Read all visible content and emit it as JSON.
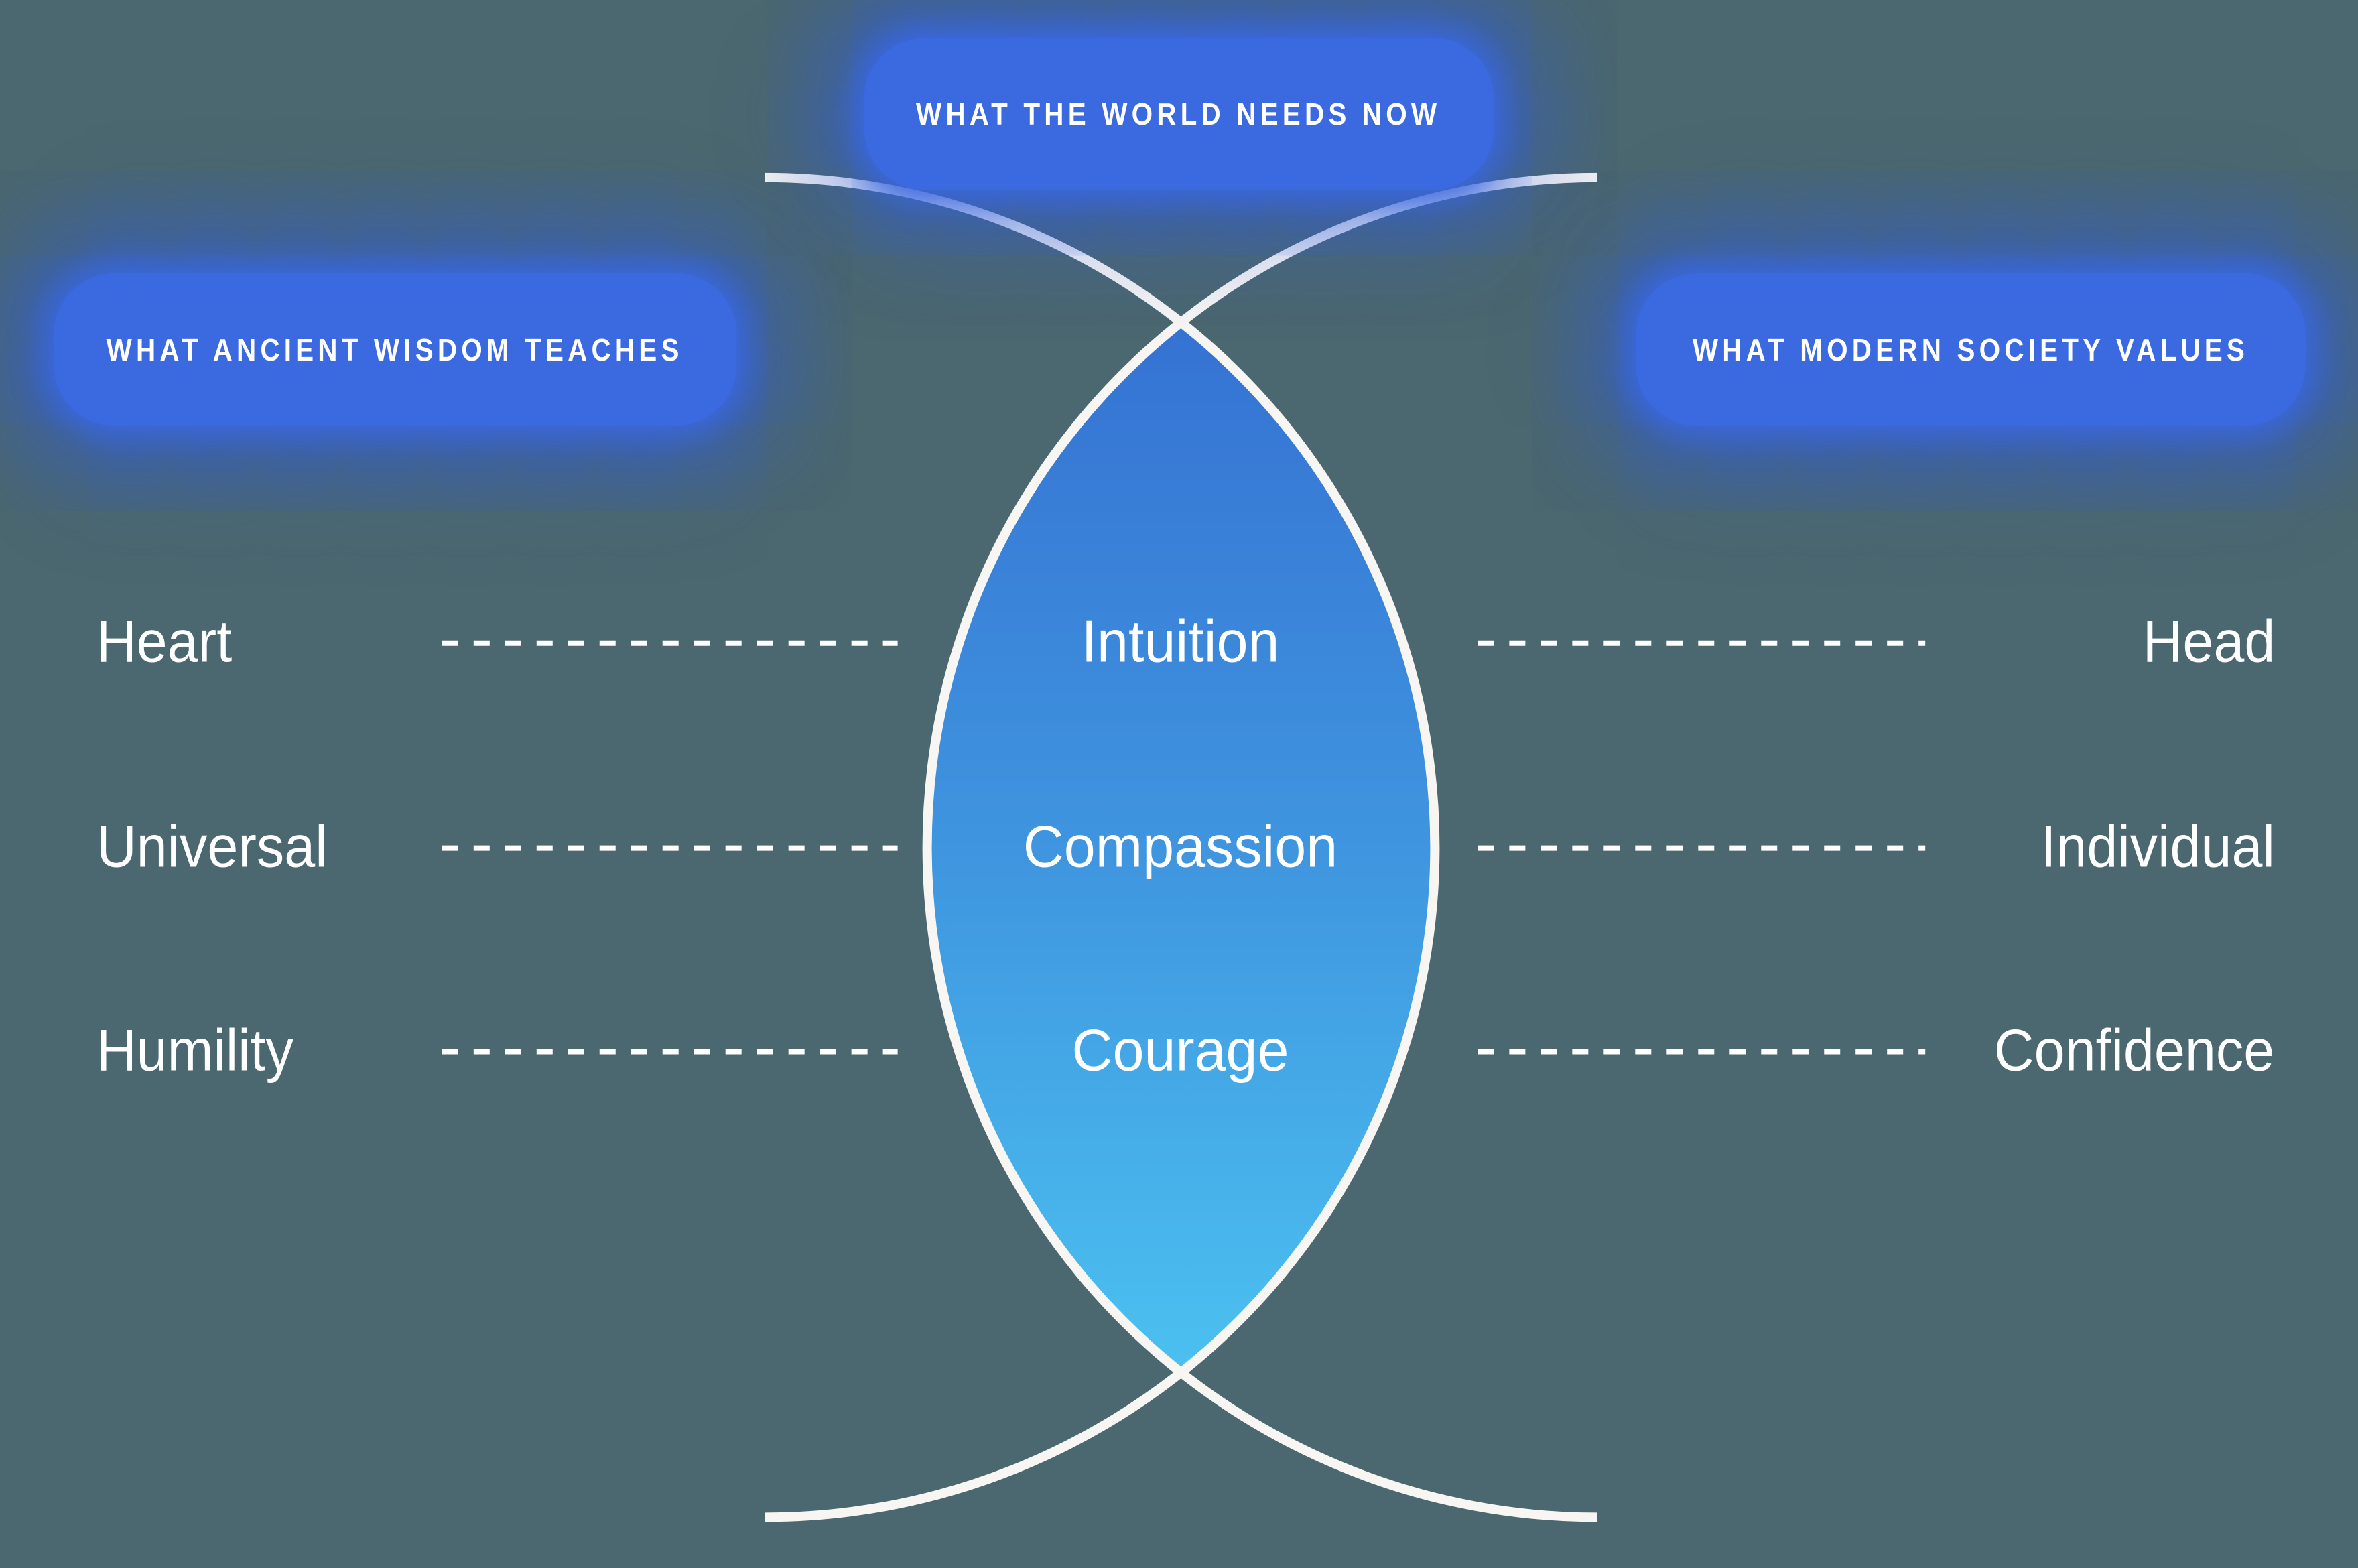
{
  "title": "What the world needs now — overlapping arcs diagram",
  "background_color": "#4b676f",
  "badge_color": "#3b69e0",
  "badges": {
    "top": "WHAT THE WORLD NEEDS NOW",
    "left": "WHAT ANCIENT WISDOM TEACHES",
    "right": "WHAT MODERN SOCIETY VALUES"
  },
  "lens": {
    "gradient_top": "#3572d3",
    "gradient_mid": "#3f95df",
    "gradient_bottom": "#4bc1f0",
    "outline_color": "#f8f6f3",
    "connector_color": "#ffffff"
  },
  "rows": [
    {
      "left": "Heart",
      "center": "Intuition",
      "right": "Head"
    },
    {
      "left": "Universal",
      "center": "Compassion",
      "right": "Individual"
    },
    {
      "left": "Humility",
      "center": "Courage",
      "right": "Confidence"
    }
  ]
}
